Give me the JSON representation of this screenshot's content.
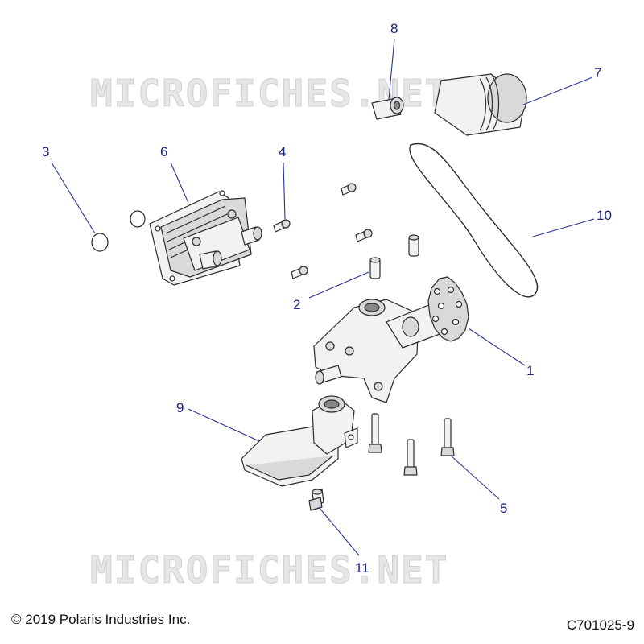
{
  "watermark": {
    "text": "MICROFICHES.NET"
  },
  "callouts": {
    "c1": "1",
    "c2": "2",
    "c3": "3",
    "c4": "4",
    "c5": "5",
    "c6": "6",
    "c7": "7",
    "c8": "8",
    "c9": "9",
    "c10": "10",
    "c11": "11"
  },
  "footer": {
    "copyright": "© 2019 Polaris Industries Inc.",
    "figure_id": "C701025-9"
  },
  "colors": {
    "callout": "#1a237e",
    "line": "#2b2b2b",
    "watermark": "#e6e6e6"
  }
}
